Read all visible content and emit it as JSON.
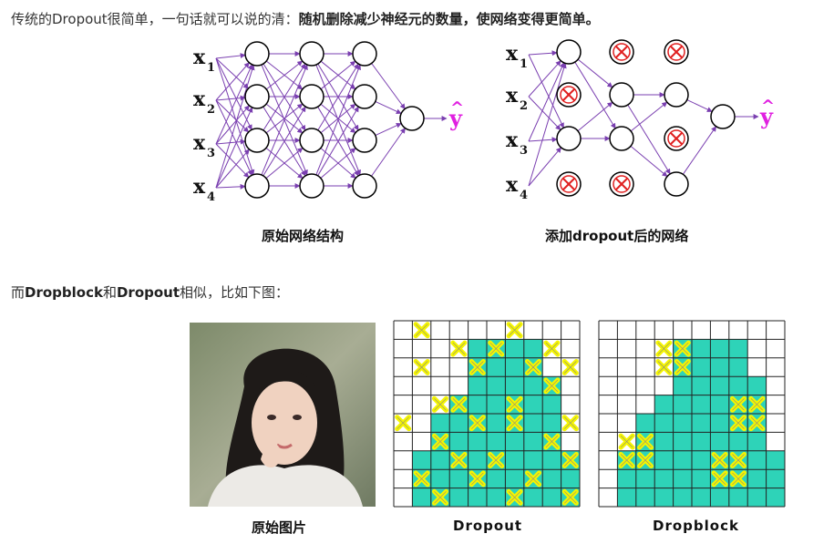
{
  "intro": {
    "prefix": "传统的Dropout很简单，一句话就可以说的清：",
    "emphasis": "随机删除减少神经元的数量，使网络变得更简单。"
  },
  "network_labels": {
    "inputs": [
      "x",
      "x",
      "x",
      "x"
    ],
    "input_subscripts": [
      "1",
      "2",
      "3",
      "4"
    ],
    "output": "y",
    "output_hat": "^"
  },
  "captions": {
    "original_network": "原始网络结构",
    "dropout_network": "添加dropout后的网络"
  },
  "second_para": {
    "prefix": "而",
    "b1": "Dropblock",
    "mid": "和",
    "b2": "Dropout",
    "suffix": "相似，比如下图："
  },
  "image_captions": {
    "original_image": "原始图片",
    "dropout": "Dropout",
    "dropblock": "Dropblock"
  },
  "colors": {
    "arrow": "#7a3fb0",
    "drop_mark": "#e02020",
    "output_y": "#e020e0",
    "grid_fill": "#2ed3b8",
    "x_mark": "#f5f500"
  },
  "icons": [
    "dropped-neuron-icon",
    "x-mark-icon"
  ]
}
